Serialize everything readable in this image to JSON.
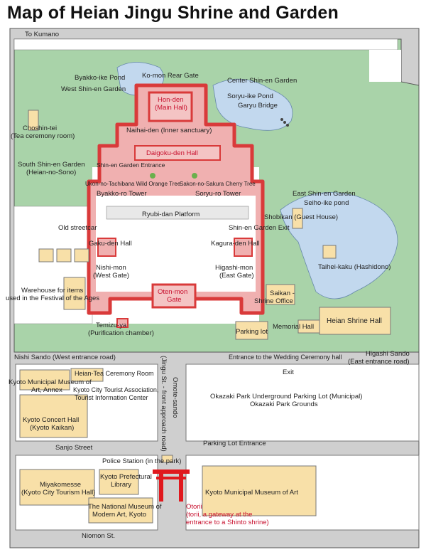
{
  "title": "Map of Heian Jingu Shrine and Garden",
  "colors": {
    "garden_green": "#a8d2a8",
    "pond_blue": "#c2d8ee",
    "shrine_red": "#d93a3a",
    "shrine_fill": "#eeaaaa",
    "building_beige": "#f8e0a8",
    "road_gray": "#cccccc",
    "torii_red": "#e0191e"
  },
  "labels": {
    "to_kumano": "To Kumano",
    "byakko_ike": "Byakko-ike Pond",
    "komon": "Ko-mon Rear Gate",
    "center_shinen": "Center Shin-en Garden",
    "west_shinen": "West Shin-en Garden",
    "honden_1": "Hon-den",
    "honden_2": "(Main Hall)",
    "soryu_ike": "Soryu-ike Pond",
    "garyu": "Garyu Bridge",
    "choshin_1": "Choshin-tei",
    "choshin_2": "(Tea ceremony room)",
    "naihaiden": "Naihai-den (Inner sanctuary)",
    "daigoku": "Daigoku-den Hall",
    "south_1": "South Shin-en Garden",
    "south_2": "(Heian-no-Sono)",
    "entrance": "Shin-en Garden Entrance",
    "ukon": "Ukon-no-Tachibana Wild Orange Tree",
    "sakon": "Sakon-no-Sakura Cherry Tree",
    "byakko_tower": "Byakko-ro Tower",
    "soryu_tower": "Soryu-ro Tower",
    "east_shinen": "East Shin-en Garden",
    "seiho": "Seiho-ike pond",
    "ryubi": "Ryubi-dan Platform",
    "shobikan": "Shobikan (Guest House)",
    "streetcar": "Old streetcar",
    "exit_garden": "Shin-en Garden Exit",
    "gakuden": "Gaku-den Hall",
    "kaguraden": "Kagura-den Hall",
    "nishimon_1": "Nishi-mon",
    "nishimon_2": "(West Gate)",
    "higashimon_1": "Higashi-mon",
    "higashimon_2": "(East Gate)",
    "taiheikaku": "Taihei-kaku (Hashidono)",
    "warehouse_1": "Warehouse for items",
    "warehouse_2": "used in the Festival of the Ages",
    "otenmon_1": "Oten-mon",
    "otenmon_2": "Gate",
    "saikan_1": "Saikan -",
    "saikan_2": "Shrine Office",
    "temizuya_1": "Temizu-ya",
    "temizuya_2": "(Purification chamber)",
    "memorial": "Memorial Hall",
    "heian_hall": "Heian Shrine Hall",
    "parking": "Parking lot",
    "nishi_sando": "Nishi Sando (West entrance road)",
    "wedding": "Entrance to the Wedding Ceremony hall",
    "higashi_sando_1": "Higashi Sando",
    "higashi_sando_2": "(East entrance road)",
    "tea_room": "Heian-Tea Ceremony Room",
    "exit": "Exit",
    "annex_1": "Kyoto Municipal Museum of",
    "annex_2": "Art, Annex",
    "tourist_1": "Kyoto City Tourist Association,",
    "tourist_2": "Tourist Information Center",
    "omote": "Omote-sando",
    "jingu_st": "(Jingu St. - front approach road)",
    "okazaki_1": "Okazaki Park Underground Parking Lot (Municipal)",
    "okazaki_2": "Okazaki Park Grounds",
    "concert_1": "Kyoto Concert Hall",
    "concert_2": "(Kyoto Kaikan)",
    "sanjo": "Sanjo Street",
    "parking_entrance": "Parking Lot Entrance",
    "police": "Police Station (in the park)",
    "miyako_1": "Miyakomesse",
    "miyako_2": "(Kyoto City Tourism Hall)",
    "library_1": "Kyoto Prefectural",
    "library_2": "Library",
    "museum_art": "Kyoto Municipal Museum of Art",
    "modern_1": "The National Museum of",
    "modern_2": "Modern Art, Kyoto",
    "otorii_1": "Otorii",
    "otorii_2": "(torii, a gateway at the",
    "otorii_3": "entrance to a Shinto shrine)",
    "niomon": "Niomon St."
  }
}
